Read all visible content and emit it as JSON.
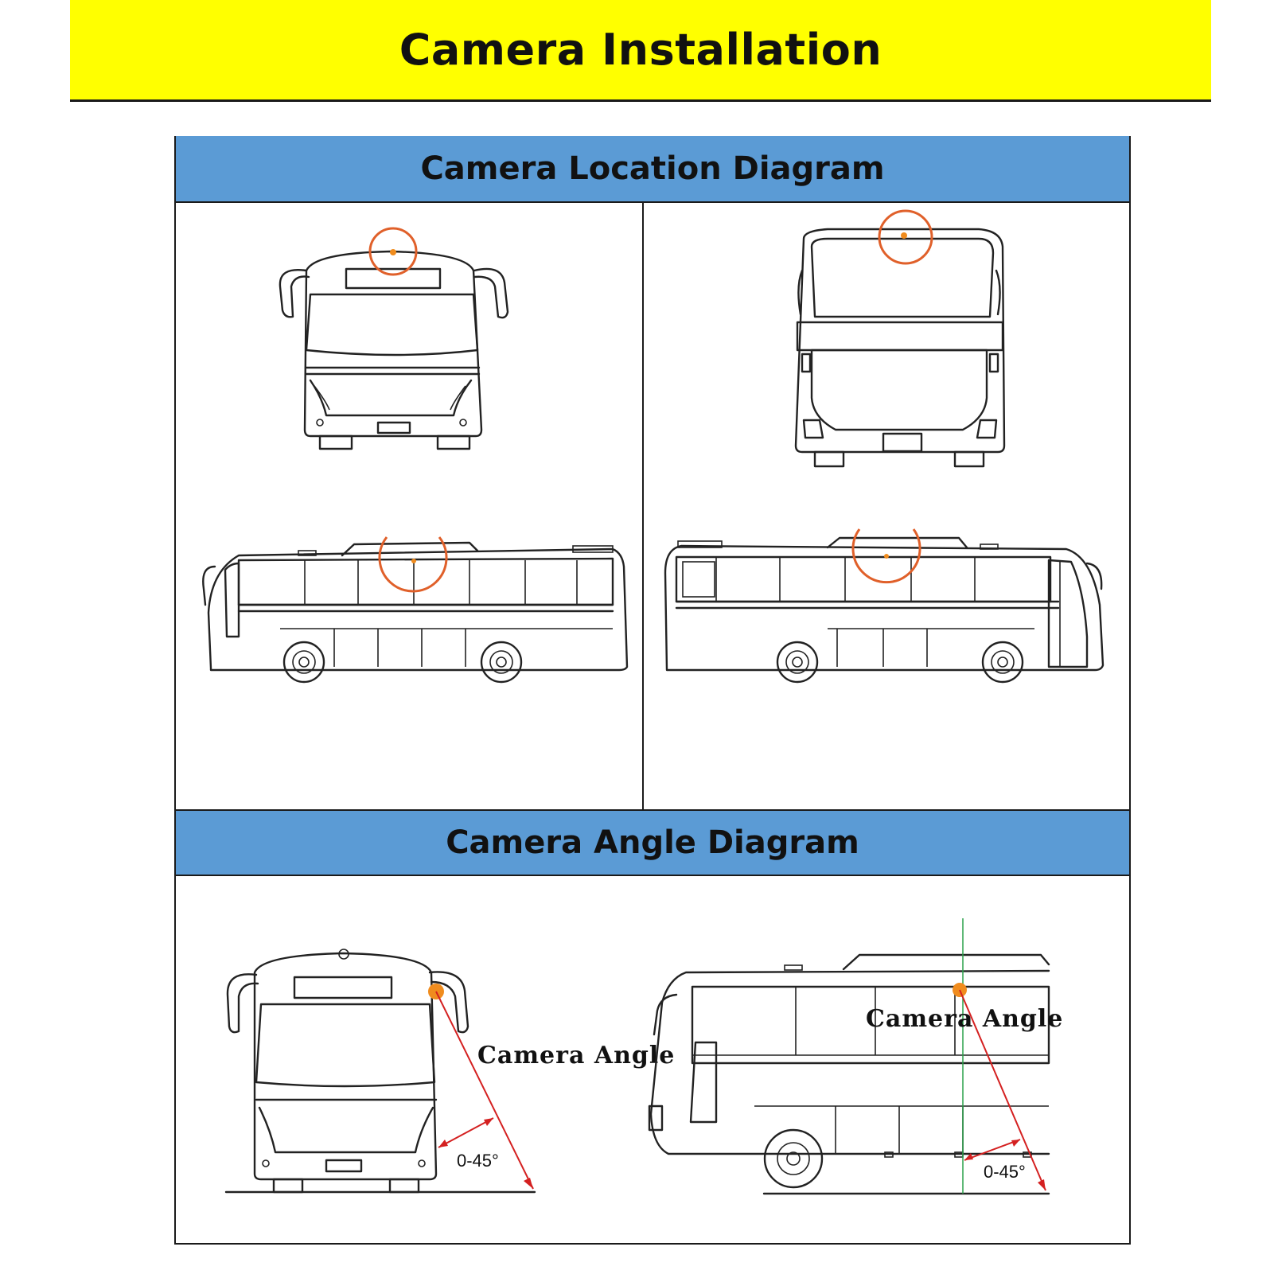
{
  "page": {
    "title": "Camera Installation"
  },
  "sections": {
    "location": {
      "title": "Camera Location Diagram"
    },
    "angle": {
      "title": "Camera Angle Diagram"
    }
  },
  "angle_labels": {
    "left_camera_angle": "Camera  Angle",
    "left_range": "0-45°",
    "right_camera_angle": "Camera  Angle",
    "right_range": "0-45°"
  },
  "colors": {
    "banner": "#ffff00",
    "section_header": "#5b9bd5",
    "marker_ring": "#e0602a",
    "camera_dot": "#f08c1e",
    "angle_arrow": "#d42020",
    "vertical_guide": "#2aa04a"
  }
}
